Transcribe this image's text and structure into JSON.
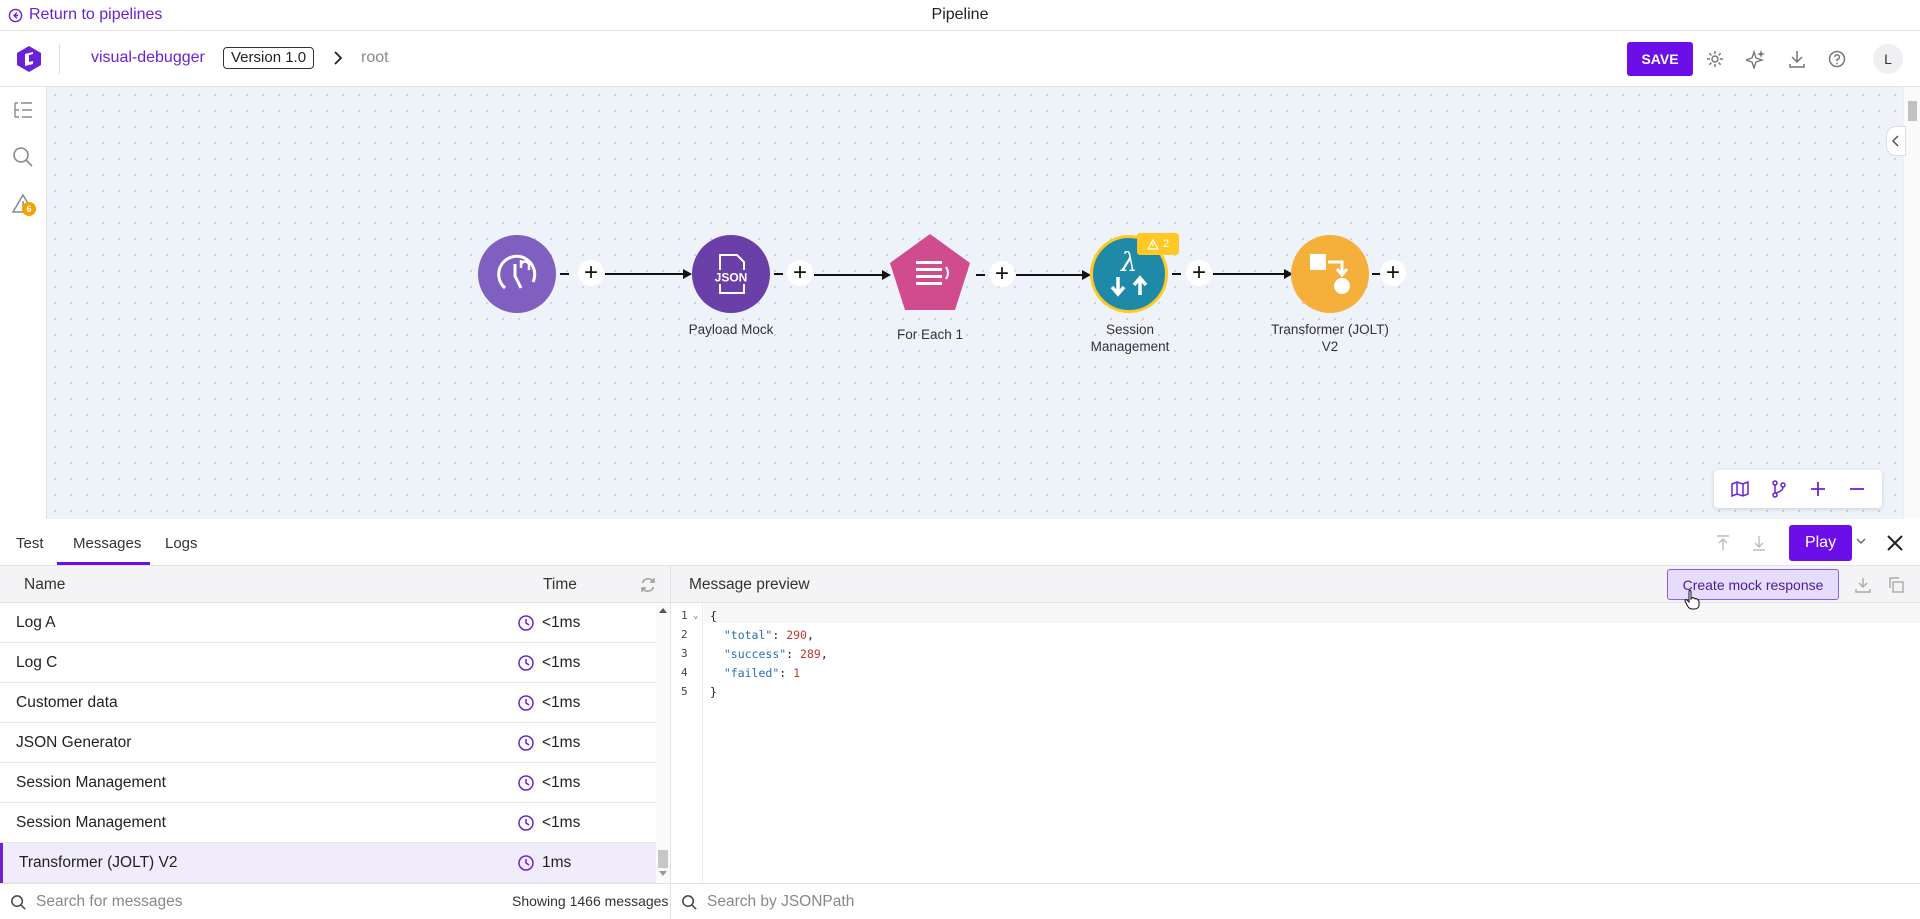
{
  "topbar": {
    "back_label": "Return to pipelines",
    "title": "Pipeline"
  },
  "header": {
    "pipeline_name": "visual-debugger",
    "version": "Version 1.0",
    "breadcrumb_root": "root",
    "save_label": "SAVE",
    "avatar_initial": "L"
  },
  "left_rail": {
    "alerts_count": "6"
  },
  "canvas": {
    "nodes": [
      {
        "label": "",
        "color": "#7f5fc0",
        "icon": "cron-clock-icon"
      },
      {
        "label": "Payload Mock",
        "color": "#6a3fa8",
        "icon": "json-file-icon"
      },
      {
        "label": "For Each 1",
        "color": "#d14b8f",
        "icon": "list-icon"
      },
      {
        "label": "Session",
        "label2": "Management",
        "color": "#1f8aa8",
        "icon": "lambda-exchange-icon",
        "warnings": "2"
      },
      {
        "label": "Transformer (JOLT)",
        "label2": "V2",
        "color": "#f4b03a",
        "icon": "transformer-icon"
      }
    ]
  },
  "panel": {
    "tabs": [
      "Test",
      "Messages",
      "Logs"
    ],
    "active_tab": "Messages",
    "play_label": "Play"
  },
  "messages": {
    "col_name": "Name",
    "col_time": "Time",
    "rows": [
      {
        "name": "Log A",
        "time": "<1ms"
      },
      {
        "name": "Log C",
        "time": "<1ms"
      },
      {
        "name": "Customer data",
        "time": "<1ms"
      },
      {
        "name": "JSON Generator",
        "time": "<1ms"
      },
      {
        "name": "Session Management",
        "time": "<1ms"
      },
      {
        "name": "Session Management",
        "time": "<1ms"
      },
      {
        "name": "Transformer (JOLT) V2",
        "time": "1ms"
      }
    ],
    "search_placeholder": "Search for messages",
    "showing": "Showing 1466 messages"
  },
  "preview": {
    "title": "Message preview",
    "mock_label": "Create mock response",
    "lines": [
      "1",
      "2",
      "3",
      "4",
      "5"
    ],
    "json": {
      "open": "{",
      "total_key": "\"total\"",
      "total_val": "290",
      "success_key": "\"success\"",
      "success_val": "289",
      "failed_key": "\"failed\"",
      "failed_val": "1",
      "close": "}"
    },
    "jsonpath_placeholder": "Search by JSONPath"
  },
  "colors": {
    "accent": "#6b0ee8",
    "canvas_bg": "#eef3fa"
  }
}
